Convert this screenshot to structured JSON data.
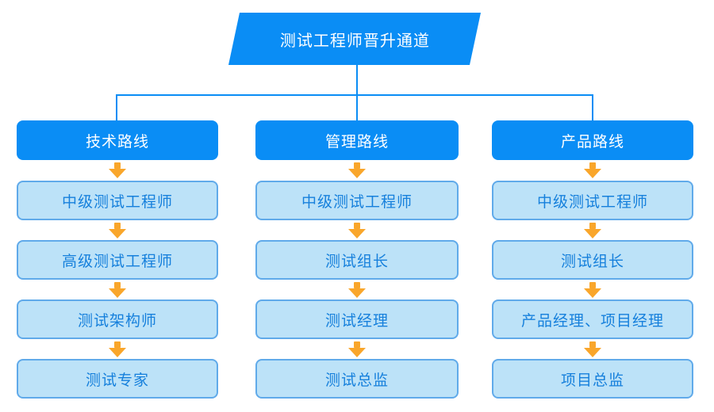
{
  "title": "测试工程师晋升通道",
  "columns": [
    {
      "header": "技术路线",
      "levels": [
        "中级测试工程师",
        "高级测试工程师",
        "测试架构师",
        "测试专家"
      ]
    },
    {
      "header": "管理路线",
      "levels": [
        "中级测试工程师",
        "测试组长",
        "测试经理",
        "测试总监"
      ]
    },
    {
      "header": "产品路线",
      "levels": [
        "中级测试工程师",
        "测试组长",
        "产品经理、项目经理",
        "项目总监"
      ]
    }
  ],
  "colors": {
    "primary_blue": "#0a8df5",
    "light_box_fill": "#bce2f8",
    "light_box_border": "#60aaea",
    "light_box_text": "#1680dc",
    "arrow_orange": "#f9a62b",
    "title_text": "#ffffff",
    "background": "#ffffff"
  }
}
